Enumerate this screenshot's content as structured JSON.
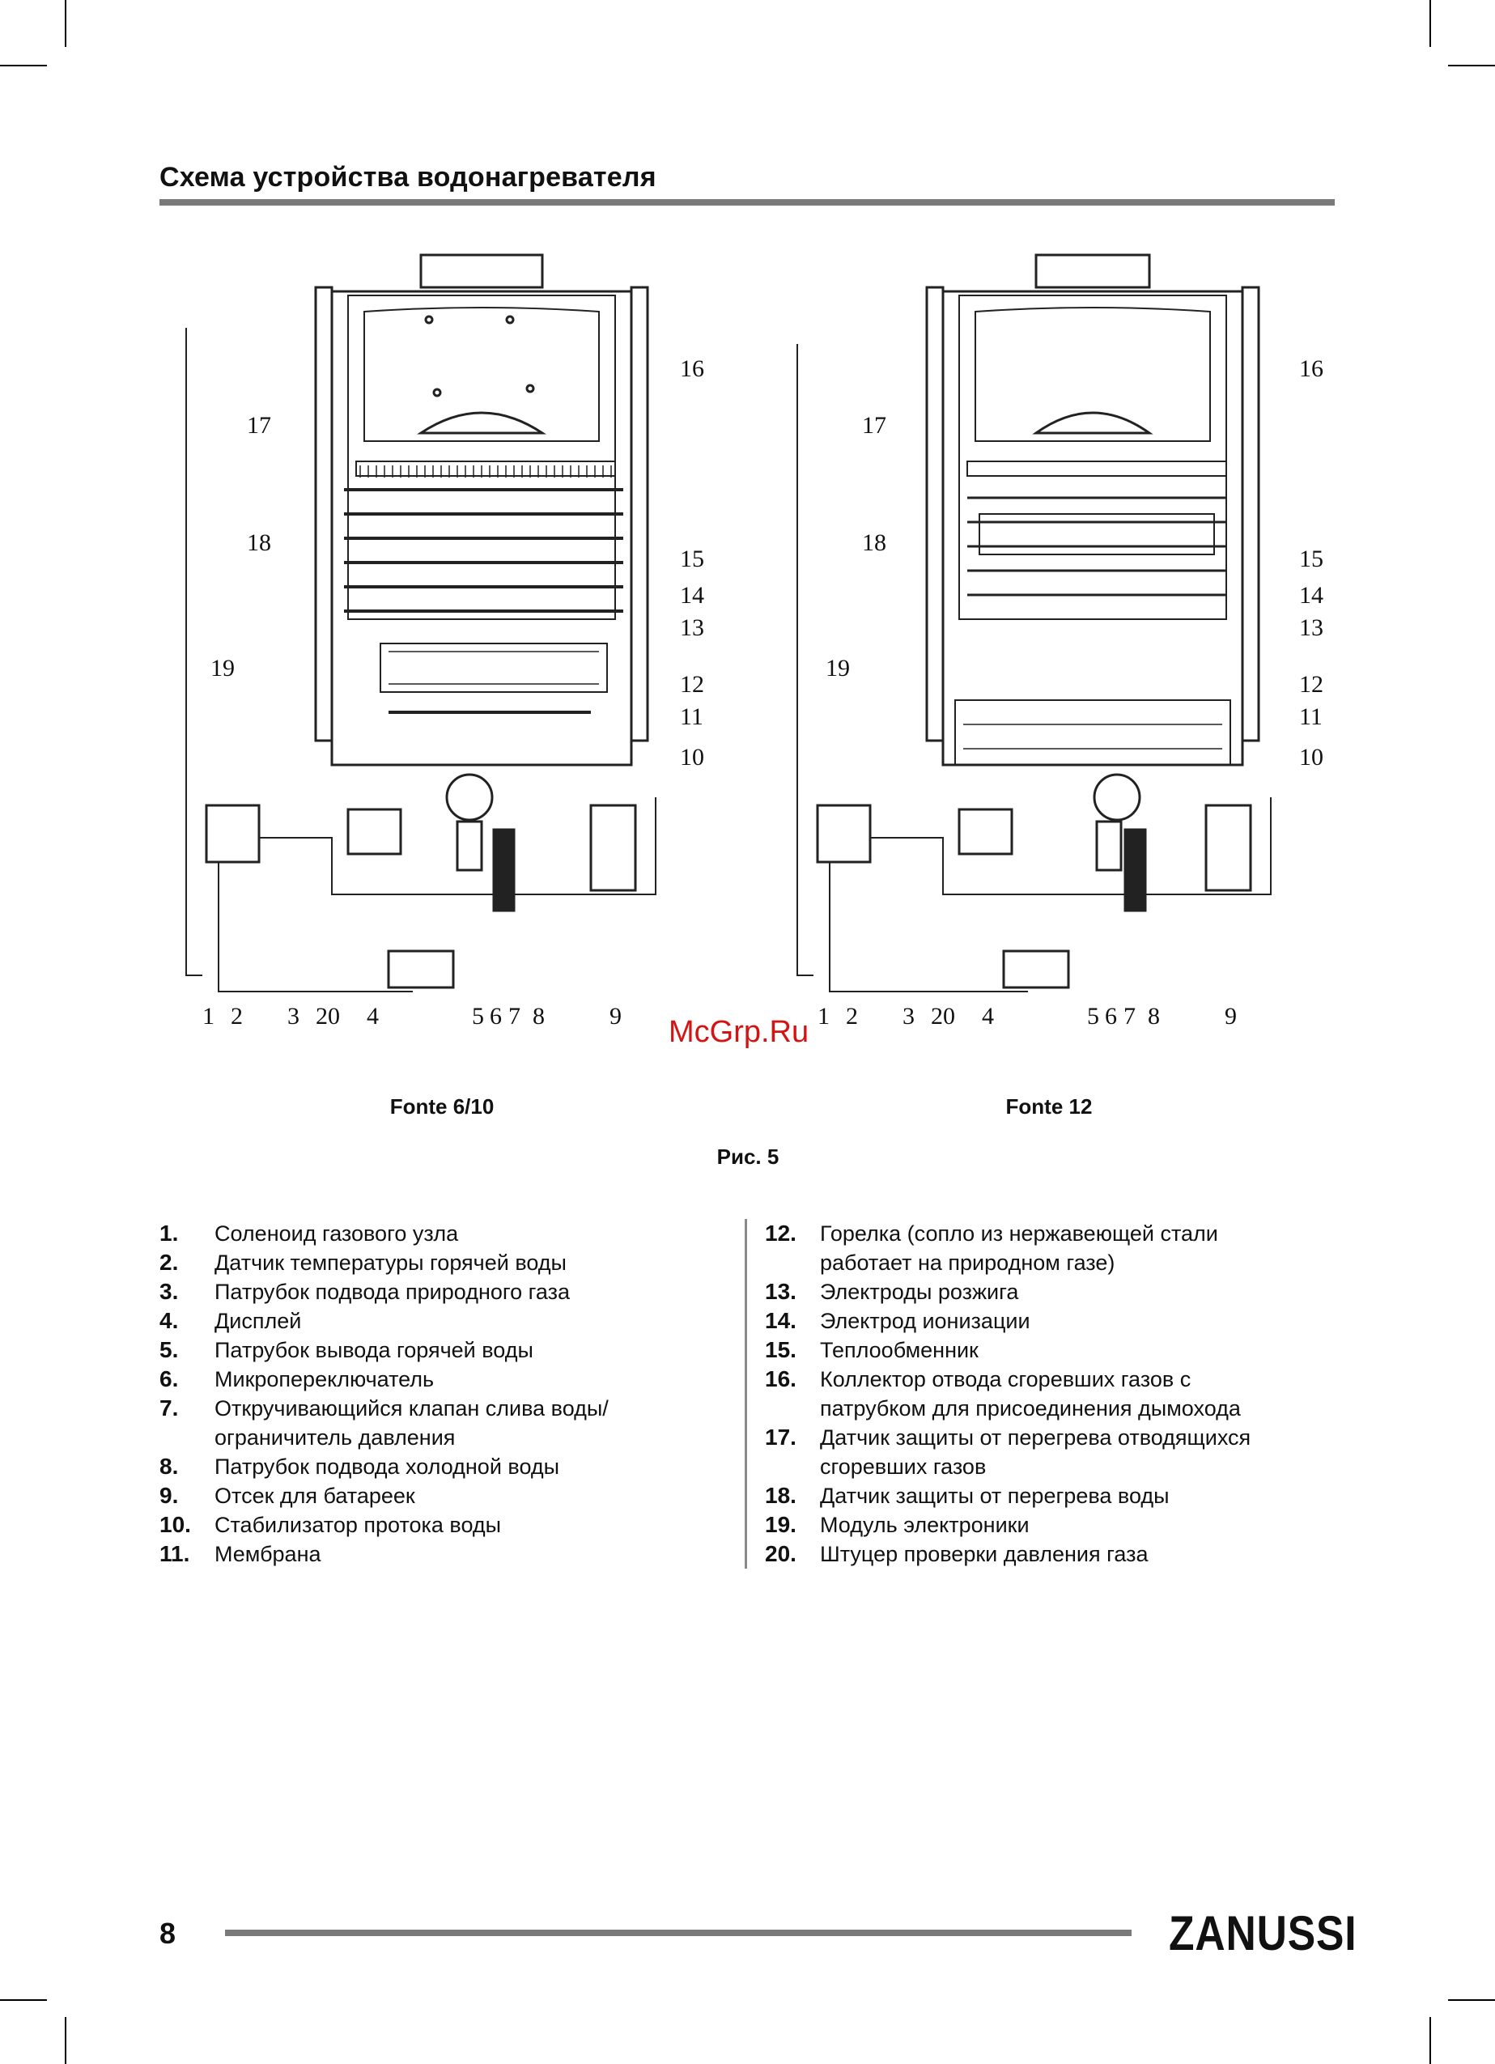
{
  "page": {
    "title": "Схема устройства водонагревателя",
    "page_number": "8",
    "brand": "ZANUSSI",
    "watermark": "McGrp.Ru"
  },
  "figure": {
    "caption": "Рис. 5",
    "left_model": "Fonte 6/10",
    "right_model": "Fonte 12",
    "callouts": {
      "bottom": [
        "1",
        "2",
        "3",
        "20",
        "4",
        "5",
        "6",
        "7",
        "8",
        "9"
      ],
      "side": [
        "16",
        "17",
        "18",
        "15",
        "14",
        "13",
        "12",
        "19",
        "11",
        "10"
      ]
    }
  },
  "legend": {
    "left": [
      {
        "num": "1.",
        "lines": [
          "Соленоид газового узла"
        ]
      },
      {
        "num": "2.",
        "lines": [
          "Датчик температуры горячей воды"
        ]
      },
      {
        "num": "3.",
        "lines": [
          "Патрубок подвода природного газа"
        ]
      },
      {
        "num": "4.",
        "lines": [
          "Дисплей"
        ]
      },
      {
        "num": "5.",
        "lines": [
          "Патрубок вывода горячей воды"
        ]
      },
      {
        "num": "6.",
        "lines": [
          "Микропереключатель"
        ]
      },
      {
        "num": "7.",
        "lines": [
          "Откручивающийся клапан слива воды/",
          "ограничитель давления"
        ]
      },
      {
        "num": "8.",
        "lines": [
          "Патрубок подвода холодной воды"
        ]
      },
      {
        "num": "9.",
        "lines": [
          "Отсек для батареек"
        ]
      },
      {
        "num": "10.",
        "lines": [
          "Стабилизатор протока воды"
        ]
      },
      {
        "num": "11.",
        "lines": [
          "Мембрана"
        ]
      }
    ],
    "right": [
      {
        "num": "12.",
        "lines": [
          "Горелка (сопло из нержавеющей стали",
          "работает на природном газе)"
        ]
      },
      {
        "num": "13.",
        "lines": [
          "Электроды розжига"
        ]
      },
      {
        "num": "14.",
        "lines": [
          "Электрод ионизации"
        ]
      },
      {
        "num": "15.",
        "lines": [
          "Теплообменник"
        ]
      },
      {
        "num": "16.",
        "lines": [
          "Коллектор отвода сгоревших газов с",
          "патрубком для присоединения дымохода"
        ]
      },
      {
        "num": "17.",
        "lines": [
          "Датчик защиты от перегрева отводящихся",
          "сгоревших газов"
        ]
      },
      {
        "num": "18.",
        "lines": [
          "Датчик защиты от перегрева воды"
        ]
      },
      {
        "num": "19.",
        "lines": [
          "Модуль электроники"
        ]
      },
      {
        "num": "20.",
        "lines": [
          "Штуцер проверки давления газа"
        ]
      }
    ]
  }
}
